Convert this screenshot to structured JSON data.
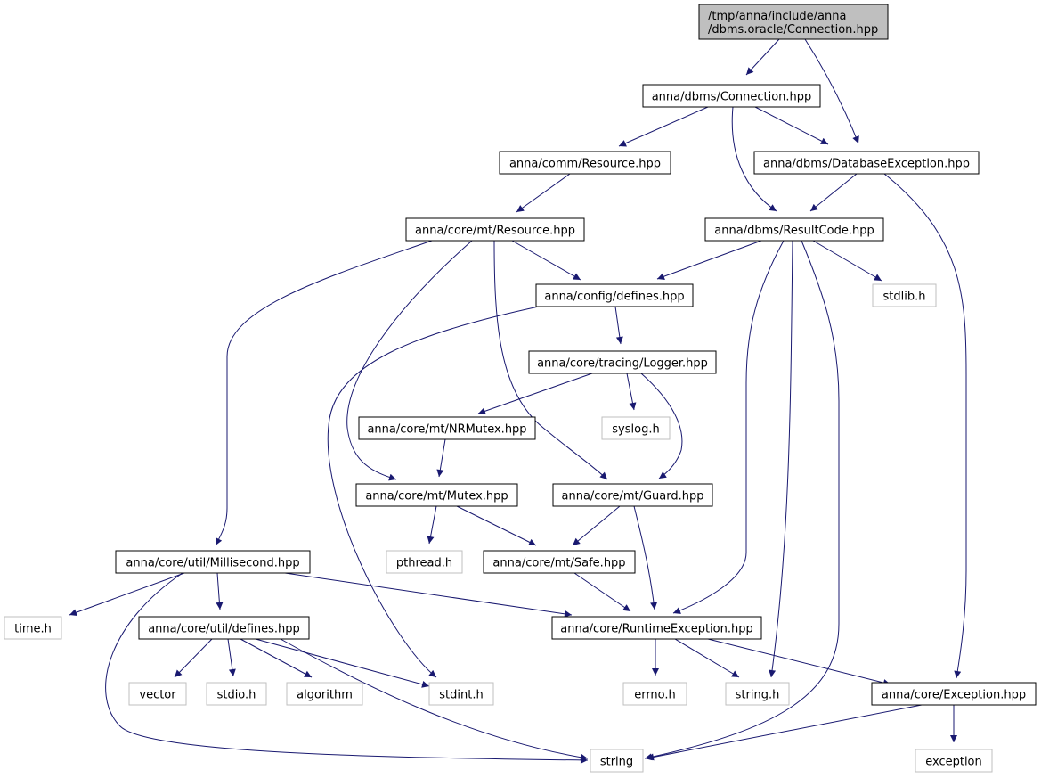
{
  "graph": {
    "title": "/tmp/anna/include/anna /dbms.oracle/Connection.hpp",
    "colors": {
      "edge": "#191970",
      "root_fill": "#bfbfbf",
      "documented_border": "#000000",
      "external_border": "#bfbfbf",
      "node_fill": "#ffffff"
    },
    "nodes": [
      {
        "id": "root",
        "kind": "root",
        "lines": [
          "/tmp/anna/include/anna",
          "/dbms.oracle/Connection.hpp"
        ]
      },
      {
        "id": "dbms_connection",
        "kind": "documented",
        "lines": [
          "anna/dbms/Connection.hpp"
        ]
      },
      {
        "id": "comm_resource",
        "kind": "documented",
        "lines": [
          "anna/comm/Resource.hpp"
        ]
      },
      {
        "id": "dbms_dbexception",
        "kind": "documented",
        "lines": [
          "anna/dbms/DatabaseException.hpp"
        ]
      },
      {
        "id": "mt_resource",
        "kind": "documented",
        "lines": [
          "anna/core/mt/Resource.hpp"
        ]
      },
      {
        "id": "dbms_resultcode",
        "kind": "documented",
        "lines": [
          "anna/dbms/ResultCode.hpp"
        ]
      },
      {
        "id": "config_defines",
        "kind": "documented",
        "lines": [
          "anna/config/defines.hpp"
        ]
      },
      {
        "id": "stdlib_h",
        "kind": "external",
        "lines": [
          "stdlib.h"
        ]
      },
      {
        "id": "tracing_logger",
        "kind": "documented",
        "lines": [
          "anna/core/tracing/Logger.hpp"
        ]
      },
      {
        "id": "mt_nrmutex",
        "kind": "documented",
        "lines": [
          "anna/core/mt/NRMutex.hpp"
        ]
      },
      {
        "id": "syslog_h",
        "kind": "external",
        "lines": [
          "syslog.h"
        ]
      },
      {
        "id": "mt_mutex",
        "kind": "documented",
        "lines": [
          "anna/core/mt/Mutex.hpp"
        ]
      },
      {
        "id": "mt_guard",
        "kind": "documented",
        "lines": [
          "anna/core/mt/Guard.hpp"
        ]
      },
      {
        "id": "util_millisecond",
        "kind": "documented",
        "lines": [
          "anna/core/util/Millisecond.hpp"
        ]
      },
      {
        "id": "pthread_h",
        "kind": "external",
        "lines": [
          "pthread.h"
        ]
      },
      {
        "id": "mt_safe",
        "kind": "documented",
        "lines": [
          "anna/core/mt/Safe.hpp"
        ]
      },
      {
        "id": "time_h",
        "kind": "external",
        "lines": [
          "time.h"
        ]
      },
      {
        "id": "util_defines",
        "kind": "documented",
        "lines": [
          "anna/core/util/defines.hpp"
        ]
      },
      {
        "id": "runtime_exception",
        "kind": "documented",
        "lines": [
          "anna/core/RuntimeException.hpp"
        ]
      },
      {
        "id": "vector",
        "kind": "external",
        "lines": [
          "vector"
        ]
      },
      {
        "id": "stdio_h",
        "kind": "external",
        "lines": [
          "stdio.h"
        ]
      },
      {
        "id": "algorithm",
        "kind": "external",
        "lines": [
          "algorithm"
        ]
      },
      {
        "id": "stdint_h",
        "kind": "external",
        "lines": [
          "stdint.h"
        ]
      },
      {
        "id": "errno_h",
        "kind": "external",
        "lines": [
          "errno.h"
        ]
      },
      {
        "id": "string_h",
        "kind": "external",
        "lines": [
          "string.h"
        ]
      },
      {
        "id": "core_exception",
        "kind": "documented",
        "lines": [
          "anna/core/Exception.hpp"
        ]
      },
      {
        "id": "string",
        "kind": "external",
        "lines": [
          "string"
        ]
      },
      {
        "id": "exception",
        "kind": "external",
        "lines": [
          "exception"
        ]
      }
    ],
    "edges": [
      {
        "from": "root",
        "to": "dbms_connection"
      },
      {
        "from": "root",
        "to": "dbms_dbexception"
      },
      {
        "from": "dbms_connection",
        "to": "comm_resource"
      },
      {
        "from": "dbms_connection",
        "to": "dbms_dbexception"
      },
      {
        "from": "dbms_connection",
        "to": "dbms_resultcode"
      },
      {
        "from": "comm_resource",
        "to": "mt_resource"
      },
      {
        "from": "dbms_dbexception",
        "to": "dbms_resultcode"
      },
      {
        "from": "dbms_dbexception",
        "to": "core_exception"
      },
      {
        "from": "mt_resource",
        "to": "config_defines"
      },
      {
        "from": "mt_resource",
        "to": "util_millisecond"
      },
      {
        "from": "mt_resource",
        "to": "mt_mutex"
      },
      {
        "from": "mt_resource",
        "to": "mt_guard"
      },
      {
        "from": "dbms_resultcode",
        "to": "config_defines"
      },
      {
        "from": "dbms_resultcode",
        "to": "stdlib_h"
      },
      {
        "from": "dbms_resultcode",
        "to": "runtime_exception"
      },
      {
        "from": "dbms_resultcode",
        "to": "string_h"
      },
      {
        "from": "dbms_resultcode",
        "to": "string"
      },
      {
        "from": "config_defines",
        "to": "tracing_logger"
      },
      {
        "from": "config_defines",
        "to": "stdint_h"
      },
      {
        "from": "tracing_logger",
        "to": "mt_nrmutex"
      },
      {
        "from": "tracing_logger",
        "to": "syslog_h"
      },
      {
        "from": "tracing_logger",
        "to": "mt_guard"
      },
      {
        "from": "mt_nrmutex",
        "to": "mt_mutex"
      },
      {
        "from": "mt_mutex",
        "to": "pthread_h"
      },
      {
        "from": "mt_mutex",
        "to": "mt_safe"
      },
      {
        "from": "mt_guard",
        "to": "mt_safe"
      },
      {
        "from": "mt_guard",
        "to": "runtime_exception"
      },
      {
        "from": "mt_safe",
        "to": "runtime_exception"
      },
      {
        "from": "util_millisecond",
        "to": "time_h"
      },
      {
        "from": "util_millisecond",
        "to": "util_defines"
      },
      {
        "from": "util_millisecond",
        "to": "runtime_exception"
      },
      {
        "from": "util_millisecond",
        "to": "string"
      },
      {
        "from": "util_defines",
        "to": "vector"
      },
      {
        "from": "util_defines",
        "to": "stdio_h"
      },
      {
        "from": "util_defines",
        "to": "algorithm"
      },
      {
        "from": "util_defines",
        "to": "stdint_h"
      },
      {
        "from": "util_defines",
        "to": "string"
      },
      {
        "from": "runtime_exception",
        "to": "errno_h"
      },
      {
        "from": "runtime_exception",
        "to": "string_h"
      },
      {
        "from": "runtime_exception",
        "to": "core_exception"
      },
      {
        "from": "core_exception",
        "to": "string"
      },
      {
        "from": "core_exception",
        "to": "exception"
      }
    ]
  }
}
